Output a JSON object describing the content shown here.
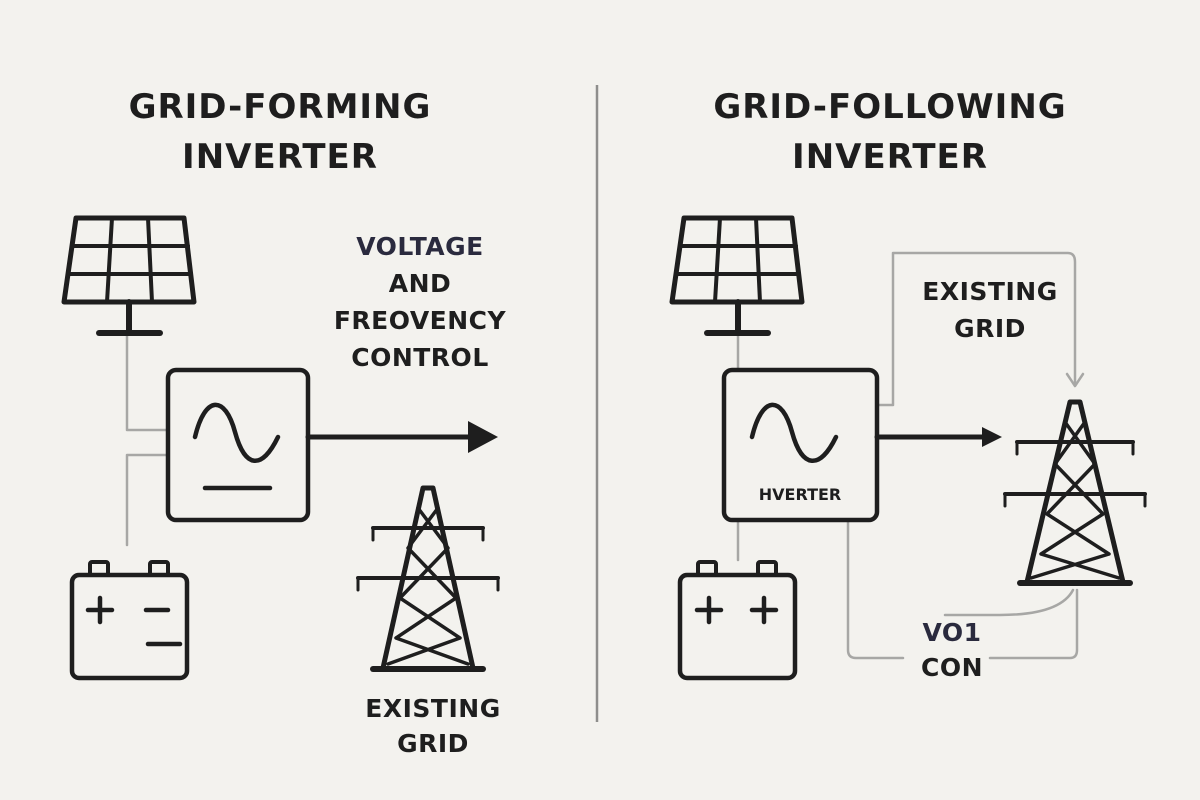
{
  "left_panel": {
    "title_line1": "GRID-FORMING",
    "title_line2": "INVERTER",
    "control_label": {
      "line1": "VOLTAGE",
      "line2": "AND",
      "line3": "FREOVENCY",
      "line4": "CONTROL"
    },
    "grid_label": {
      "line1": "EXISTING",
      "line2": "GRID"
    },
    "icons": [
      "solar-panel-icon",
      "inverter-icon",
      "battery-icon",
      "transmission-tower-icon",
      "arrow-icon"
    ]
  },
  "right_panel": {
    "title_line1": "GRID-FOLLOWING",
    "title_line2": "INVERTER",
    "grid_label": {
      "line1": "EXISTING",
      "line2": "GRID"
    },
    "inverter_label": "HVERTER",
    "control_label": {
      "line1": "VO1",
      "line2": "CON"
    },
    "icons": [
      "solar-panel-icon",
      "inverter-icon",
      "battery-icon",
      "transmission-tower-icon",
      "arrow-icon"
    ]
  },
  "colors": {
    "background": "#f3f2ee",
    "ink": "#1e1e1e",
    "wire": "#a7a7a5",
    "divider": "#8e8e8c",
    "voltage_text": "#2a2a3e"
  }
}
